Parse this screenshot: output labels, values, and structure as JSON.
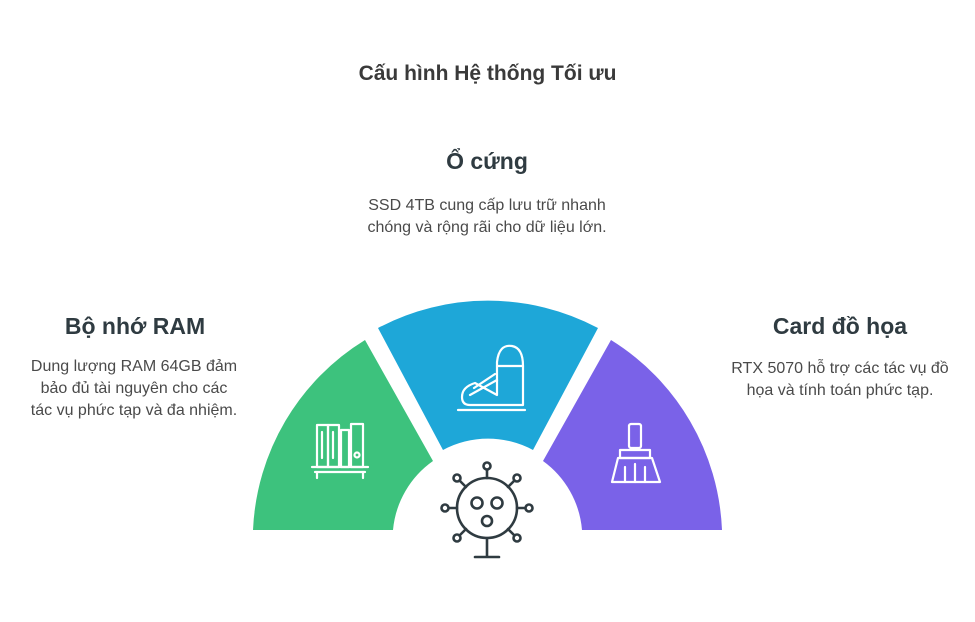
{
  "title": "Cấu hình Hệ thống Tối ưu",
  "segments": {
    "left": {
      "heading": "Bộ nhớ RAM",
      "description": "Dung lượng RAM 64GB đảm bảo đủ tài nguyên cho các tác vụ phức tạp và đa nhiệm.",
      "color": "#3dc27d",
      "icon": "bookshelf-icon"
    },
    "top": {
      "heading": "Ổ cứng",
      "description": "SSD 4TB cung cấp lưu trữ nhanh chóng và rộng rãi cho dữ liệu lớn.",
      "color": "#1ea7d8",
      "icon": "train-icon"
    },
    "right": {
      "heading": "Card đồ họa",
      "description": "RTX 5070 hỗ trợ các tác vụ đồ họa và tính toán phức tạp.",
      "color": "#7a62e8",
      "icon": "paint-brush-icon"
    }
  },
  "center_icon": "virus-icon"
}
